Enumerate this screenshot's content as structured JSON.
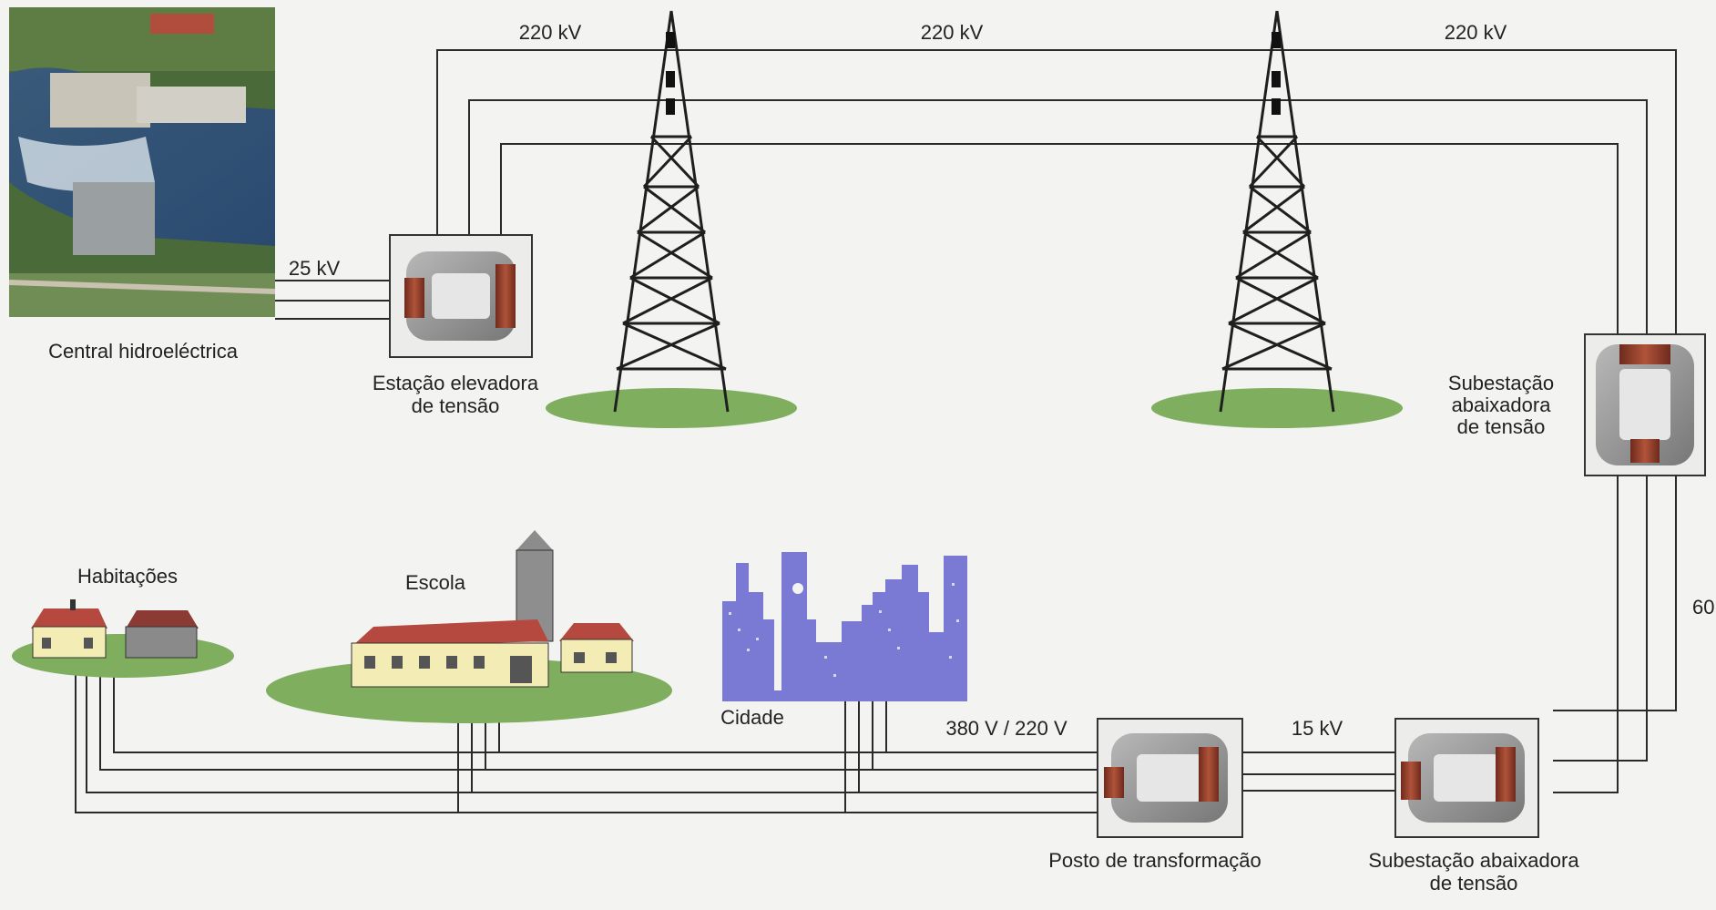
{
  "labels": {
    "plant": "Central hidroeléctrica",
    "step_up_line1": "Estação elevadora",
    "step_up_line2": "de tensão",
    "substation_right_line1": "Subestação",
    "substation_right_line2": "abaixadora",
    "substation_right_line3": "de tensão",
    "homes": "Habitações",
    "school": "Escola",
    "city": "Cidade",
    "transform_post": "Posto de transformação",
    "substation_bottom_line1": "Subestação abaixadora",
    "substation_bottom_line2": "de tensão"
  },
  "voltages": {
    "generator": "25 kV",
    "line_a": "220 kV",
    "line_b": "220 kV",
    "line_c": "220 kV",
    "distribution": "15 kV",
    "consumer": "380 V / 220 V",
    "subtransmission": "60"
  },
  "colors": {
    "wire": "#2a2a2a",
    "grass": "#7fae5e",
    "roof": "#b5483f",
    "wall": "#f3ecb4",
    "city": "#7a79d4",
    "core": "#8e8e8e",
    "coil": "#8a3a28"
  }
}
